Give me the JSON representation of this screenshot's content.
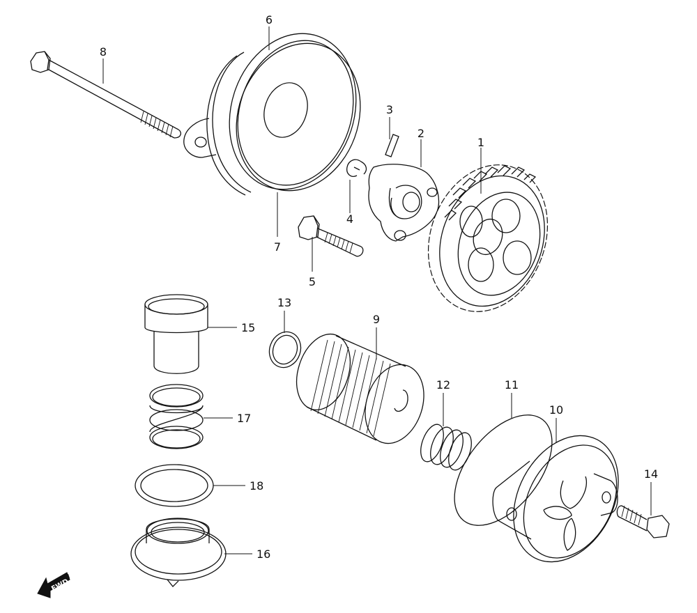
{
  "diagram": {
    "type": "exploded-parts-diagram",
    "subject": "oil pump and oil filter assembly",
    "parts": [
      {
        "id": "1",
        "label": "1",
        "name": "oil pump drive gear"
      },
      {
        "id": "2",
        "label": "2",
        "name": "oil pump"
      },
      {
        "id": "3",
        "label": "3",
        "name": "pin"
      },
      {
        "id": "4",
        "label": "4",
        "name": "e-ring"
      },
      {
        "id": "5",
        "label": "5",
        "name": "bolt"
      },
      {
        "id": "6",
        "label": "6",
        "name": "pump cover"
      },
      {
        "id": "7",
        "label": "7",
        "name": "gasket ring"
      },
      {
        "id": "8",
        "label": "8",
        "name": "long bolt"
      },
      {
        "id": "9",
        "label": "9",
        "name": "oil filter"
      },
      {
        "id": "10",
        "label": "10",
        "name": "filter cap"
      },
      {
        "id": "11",
        "label": "11",
        "name": "o-ring"
      },
      {
        "id": "12",
        "label": "12",
        "name": "spring"
      },
      {
        "id": "13",
        "label": "13",
        "name": "o-ring"
      },
      {
        "id": "14",
        "label": "14",
        "name": "bolt"
      },
      {
        "id": "15",
        "label": "15",
        "name": "strainer cap"
      },
      {
        "id": "16",
        "label": "16",
        "name": "drain plug"
      },
      {
        "id": "17",
        "label": "17",
        "name": "spring"
      },
      {
        "id": "18",
        "label": "18",
        "name": "o-ring"
      }
    ],
    "orientation_badge": {
      "text": "FWD",
      "icon": "arrow-left-icon"
    }
  }
}
